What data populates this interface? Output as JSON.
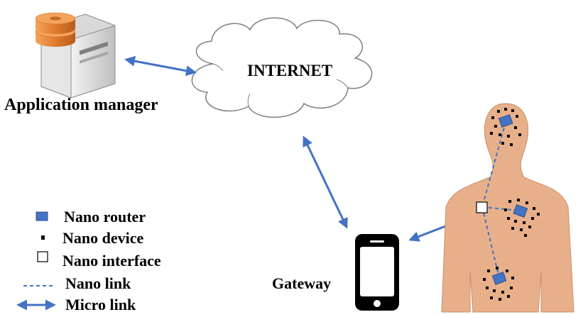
{
  "labels": {
    "app_manager": "Application manager",
    "internet": "INTERNET",
    "gateway": "Gateway"
  },
  "legend": {
    "nano_router": "Nano router",
    "nano_device": "Nano device",
    "nano_interface": "Nano interface",
    "nano_link": "Nano link",
    "micro_link": "Micro link"
  },
  "icons": [
    "server-icon",
    "cloud-icon",
    "smartphone-icon",
    "human-body-icon"
  ],
  "colors": {
    "micro_link": "#4472c4",
    "nano_router": "#4472c4",
    "nano_link": "#4472c4",
    "body_skin": "#e8b08a",
    "server_disk": "#e07a2e",
    "cloud_outline": "#7f7f7f",
    "phone": "#000000",
    "nano_device": "#000000"
  }
}
